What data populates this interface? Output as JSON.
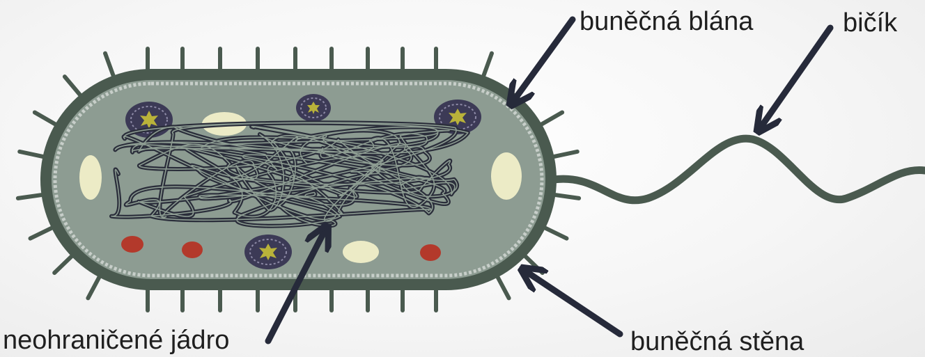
{
  "labels": {
    "membrane": "buněčná blána",
    "flagellum": "bičík",
    "nucleoid": "neohraničené jádro",
    "wall": "buněčná stěna"
  },
  "colors": {
    "wall": "#4a5a4f",
    "cytoplasm": "#8d9c92",
    "membrane_dash": "#c7cec9",
    "nucleoid_strand": "#2a2d3a",
    "ribosome_red": "#b3392b",
    "vacuole_cream": "#ecebc6",
    "organelle_ring": "#3c3a56",
    "organelle_core": "#b9b23a",
    "arrow": "#262a3a"
  }
}
